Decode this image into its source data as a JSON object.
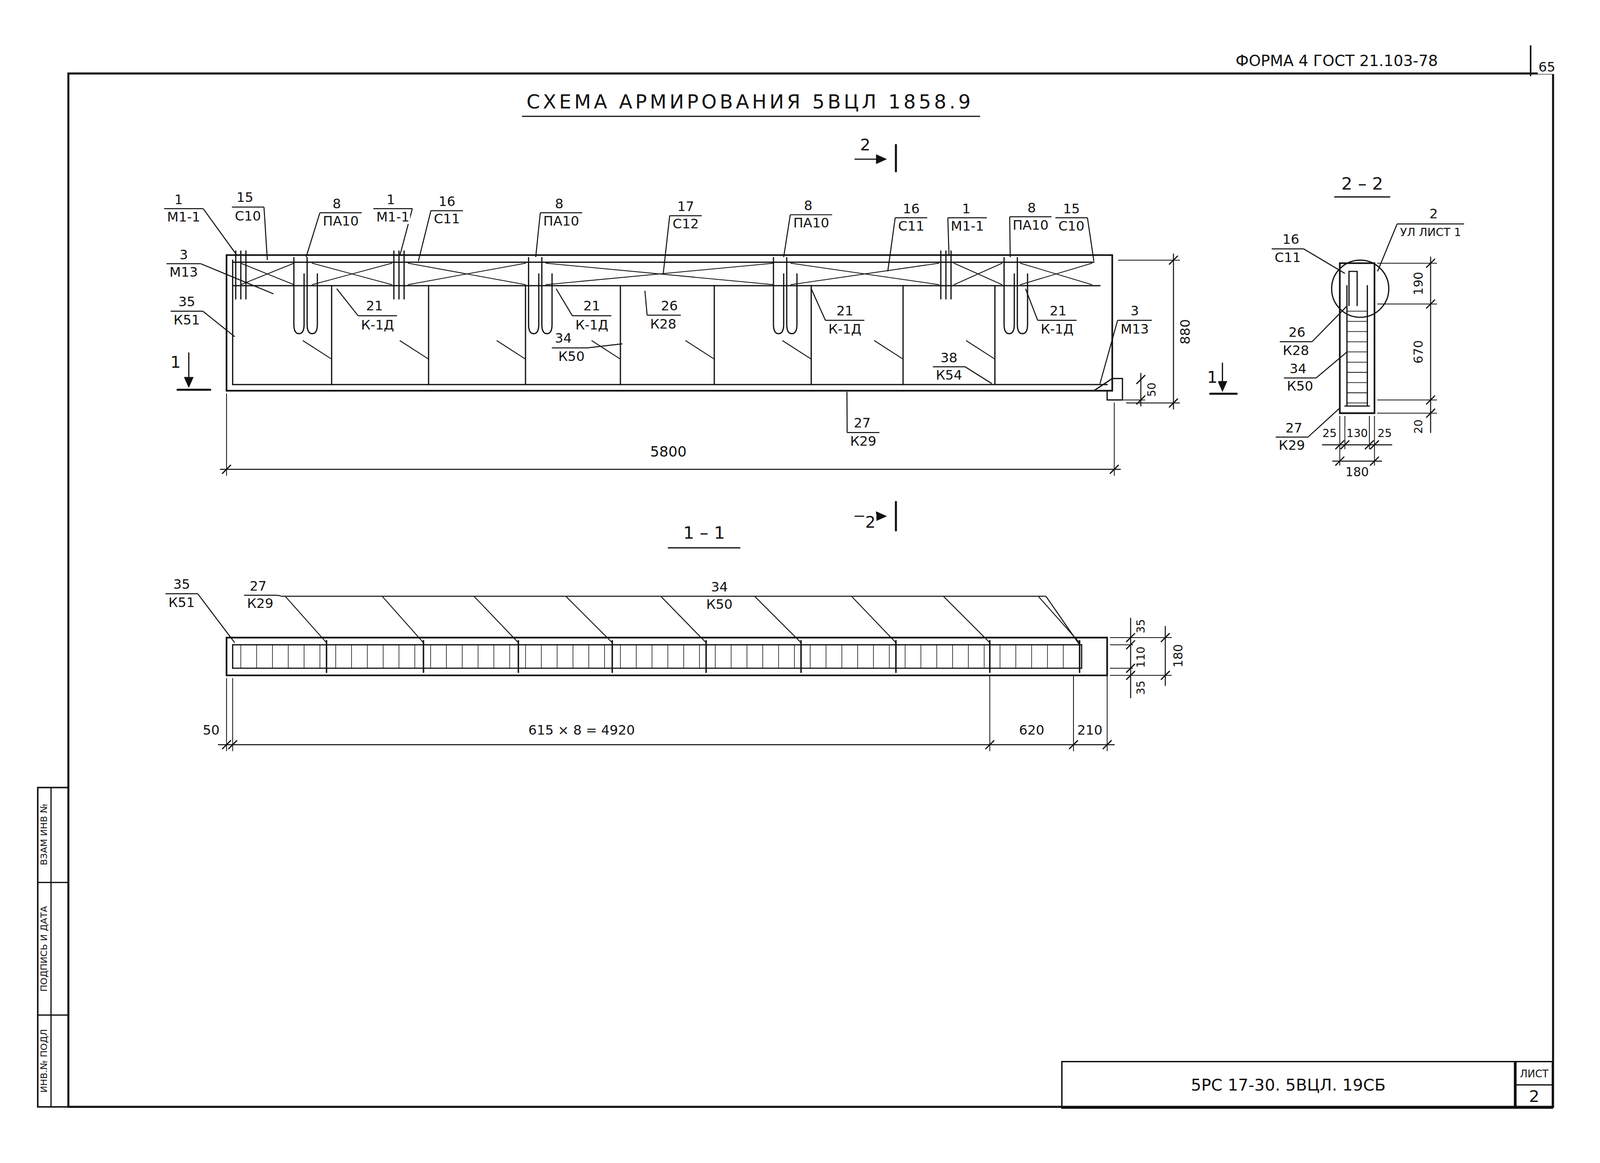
{
  "diagram": {
    "title": "СХЕМА АРМИРОВАНИЯ 5ВЦЛ 1858.9",
    "nodes": [
      {
        "text": [
          "5РС 17-30. 5ВЦЛ. 19СБ"
        ]
      },
      {
        "text": [
          "ЛИСТ",
          "2"
        ]
      }
    ],
    "labels": [
      "ФОРМА 4 ГОСТ 21.103-78",
      "65",
      "2",
      "1",
      "М1-1",
      "15",
      "С10",
      "8",
      "ПА10",
      "1",
      "М1-1",
      "16",
      "С11",
      "8",
      "ПА10",
      "17",
      "С12",
      "8",
      "ПА10",
      "16",
      "С11",
      "1",
      "М1-1",
      "8",
      "ПА10",
      "15",
      "С10",
      "2",
      "УЛ ЛИСТ 1",
      "2 – 2",
      "3",
      "М13",
      "35",
      "К51",
      "21",
      "К-1Д",
      "21",
      "К-1Д",
      "26",
      "К28",
      "34",
      "К50",
      "21",
      "К-1Д",
      "21",
      "К-1Д",
      "1",
      "38",
      "К54",
      "3",
      "М13",
      "50",
      "880",
      "1",
      "16",
      "С11",
      "26",
      "К28",
      "34",
      "К50",
      "27",
      "К29",
      "190",
      "670",
      "20",
      "25",
      "130",
      "25",
      "180",
      "27",
      "К29",
      "5800",
      "1 – 1",
      "2",
      "35",
      "К51",
      "27",
      "К29",
      "34",
      "К50",
      "35",
      "110",
      "180",
      "35",
      "50",
      "615 × 8 = 4920",
      "620",
      "210",
      "ИНВ.№ ПОДЛ",
      "ПОДПИСЬ И ДАТА",
      "ВЗАМ ИНВ №"
    ]
  }
}
